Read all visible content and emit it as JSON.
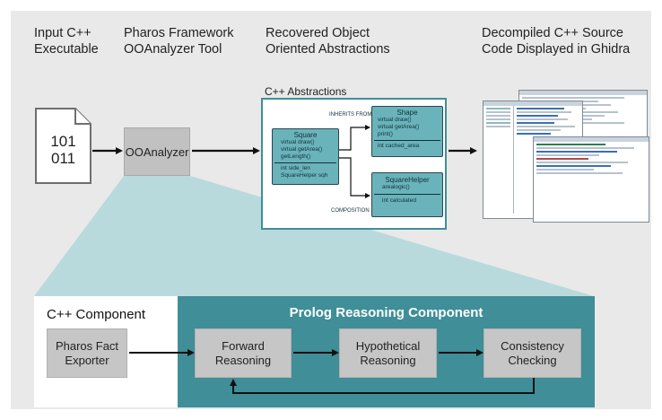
{
  "headers": {
    "input": [
      "Input C++",
      "Executable"
    ],
    "framework": [
      "Pharos Framework",
      "OOAnalyzer Tool"
    ],
    "recovered": [
      "Recovered Object",
      "Oriented Abstractions"
    ],
    "decompiled": [
      "Decompiled C++ Source",
      "Code Displayed in Ghidra"
    ]
  },
  "file_icon": {
    "line1": "101",
    "line2": "011",
    "name": "binary-file-icon"
  },
  "ooanalyzer_label": "OOAnalyzer",
  "abstractions": {
    "title": "C++ Abstractions",
    "inherits_label": "INHERITS FROM",
    "composition_label": "COMPOSITION",
    "square": {
      "name": "Square",
      "methods": [
        "virtual draw()",
        "virtual getArea()",
        "getLength()"
      ],
      "fields": [
        "int side_len",
        "SquareHelper sqh"
      ]
    },
    "shape": {
      "name": "Shape",
      "methods": [
        "virtual draw()",
        "virtual getArea()",
        "print()"
      ],
      "fields": [
        "int cached_area"
      ]
    },
    "squarehelper": {
      "name": "SquareHelper",
      "methods": [
        "arealogic()"
      ],
      "fields": [
        "int calculated"
      ]
    }
  },
  "bottom": {
    "cpp_component_title": "C++ Component",
    "prolog_title": "Prolog Reasoning Component",
    "fact_exporter": "Pharos Fact\nExporter",
    "forward": "Forward\nReasoning",
    "hypothetical": "Hypothetical\nReasoning",
    "consistency": "Consistency\nChecking"
  },
  "colors": {
    "panel_bg": "#e9e9e9",
    "teal_dark": "#3f8e98",
    "teal_light": "#6ab3bb",
    "gray_box": "#c1c1c1",
    "white": "#ffffff"
  }
}
